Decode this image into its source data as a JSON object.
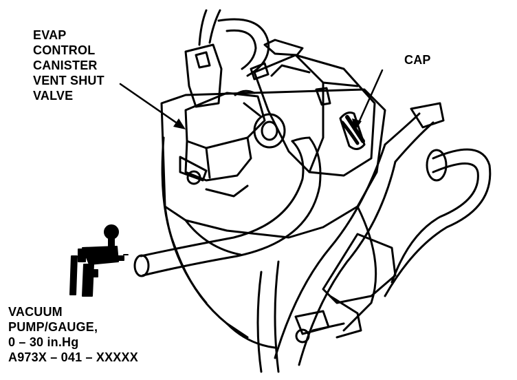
{
  "callouts": {
    "evap_valve": {
      "lines": [
        "EVAP",
        "CONTROL",
        "CANISTER",
        "VENT SHUT",
        "VALVE"
      ]
    },
    "cap": {
      "lines": [
        "CAP"
      ]
    },
    "tool": {
      "lines": [
        "VACUUM",
        "PUMP/GAUGE,",
        "0 – 30 in.Hg",
        "A973X – 041 – XXXXX"
      ]
    }
  },
  "colors": {
    "ink": "#000000",
    "paper": "#ffffff"
  }
}
